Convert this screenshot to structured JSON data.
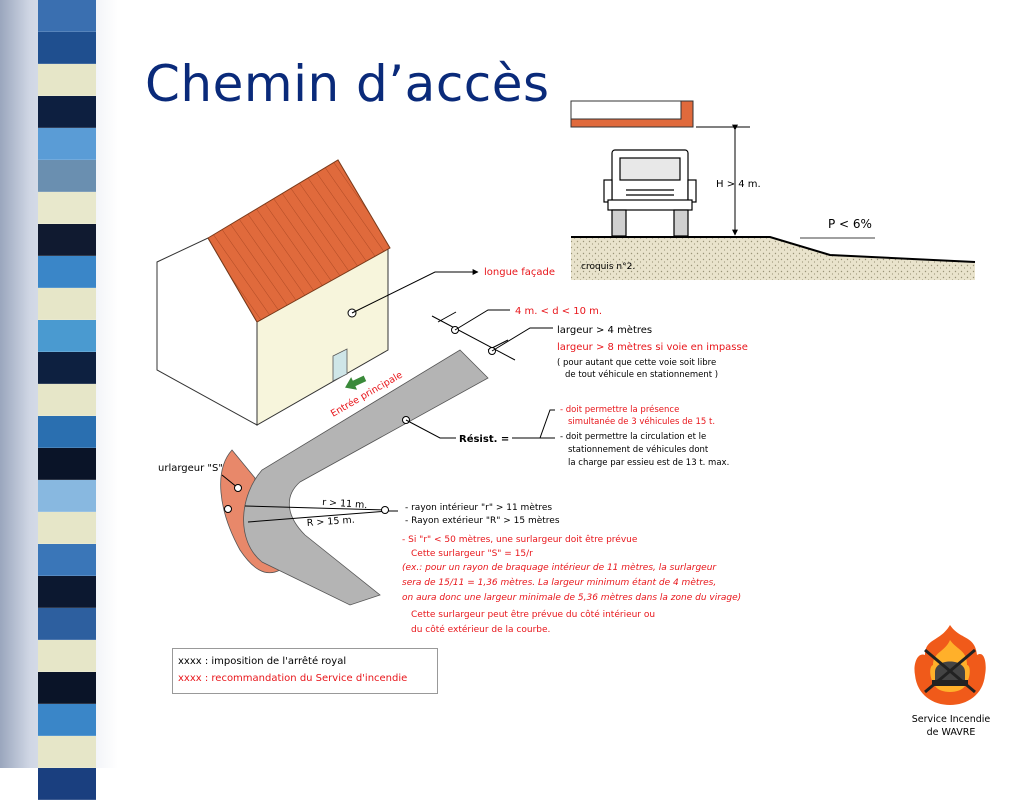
{
  "slide": {
    "title": "Chemin d’accès",
    "stripe_colors": [
      "#3a6fb0",
      "#1f4f8f",
      "#e6e6c8",
      "#0d1f40",
      "#5a9cd6",
      "#6a8fb0",
      "#e8e8cc",
      "#101a30",
      "#3a86c8",
      "#e6e6c8",
      "#4a9ad0",
      "#0d2040",
      "#e6e6c8",
      "#2a6fb0",
      "#0a1428",
      "#88b8e0",
      "#e6e6c8",
      "#3a76b8",
      "#0c1830",
      "#2d5f9f",
      "#e6e6c8",
      "#0a1428",
      "#3a86c8",
      "#e6e6c8",
      "#1a3f7f"
    ]
  },
  "diagram": {
    "colors": {
      "red": "#e8161b",
      "black": "#000000",
      "roof": "#e06a3c",
      "road": "#b4b4b4",
      "overwidth": "#e8886a"
    },
    "labels": {
      "longue_facade": "longue façade",
      "distance": "4 m. < d < 10 m.",
      "largeur_4": "largeur > 4 mètres",
      "largeur_8": "largeur > 8 mètres si voie en impasse",
      "note_libre_1": "( pour autant que cette voie soit libre",
      "note_libre_2": "de tout véhicule en stationnement )",
      "entree": "Entrée principale",
      "resist": "Résist.  =",
      "resist_1a": "- doit permettre la présence",
      "resist_1b": "simultanée de 3 véhicules de 15 t.",
      "resist_2a": "- doit permettre la circulation et le",
      "resist_2b": "stationnement  de véhicules dont",
      "resist_2c": "la charge par essieu est de 13 t. max.",
      "surlargeur_s": "urlargeur \"S\"",
      "r_small": "r > 11 m.",
      "r_big": "R > 15 m.",
      "rayon_int": "- rayon intérieur \"r\" > 11 mètres",
      "rayon_ext": "- Rayon extérieur \"R\" > 15 mètres",
      "si_r_1": "- Si \"r\" < 50 mètres, une surlargeur doit être prévue",
      "si_r_2": "Cette surlargeur \"S\" = 15/r",
      "ex_1": "(ex.: pour un rayon de braquage intérieur de 11 mètres, la surlargeur",
      "ex_2": "sera de 15/11 = 1,36 mètres. La largeur minimum étant de 4 mètres,",
      "ex_3": "on aura donc une largeur minimale de 5,36 mètres dans la zone du virage)",
      "surl_1": "Cette surlargeur peut être prévue du côté intérieur ou",
      "surl_2": "du côté extérieur de la courbe.",
      "height": "H > 4 m.",
      "slope": "P < 6%",
      "croquis": "croquis n°2."
    }
  },
  "legend": {
    "black_line": "xxxx : imposition de l'arrêté royal",
    "red_line": "xxxx : recommandation du Service d'incendie"
  },
  "logo": {
    "caption_1": "Service Incendie",
    "caption_2": "de WAVRE"
  }
}
